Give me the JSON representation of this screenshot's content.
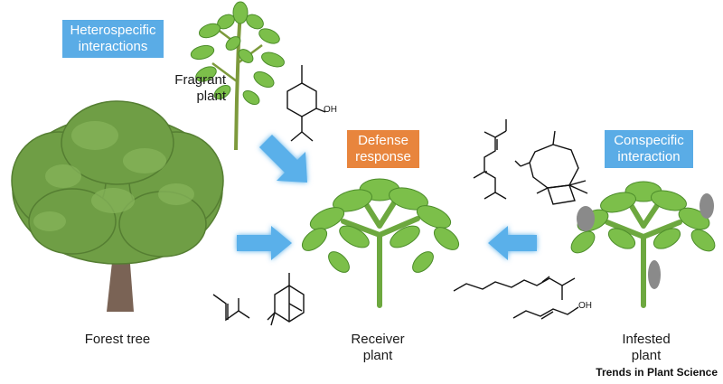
{
  "tags": {
    "heterospecific": [
      "Heterospecific",
      "interactions"
    ],
    "defense": [
      "Defense",
      "response"
    ],
    "conspecific": [
      "Conspecific",
      "interaction"
    ]
  },
  "labels": {
    "fragrant": [
      "Fragrant",
      "plant"
    ],
    "forest": "Forest tree",
    "receiver": [
      "Receiver",
      "plant"
    ],
    "infested": [
      "Infested",
      "plant"
    ]
  },
  "chem": {
    "oh": "OH"
  },
  "credit": "Trends in Plant Science",
  "colors": {
    "tag_blue": "#5aace6",
    "tag_orange": "#e8853d",
    "arrow": "#5ab0ea",
    "leaf": "#7cbf4a",
    "tree_canopy": "#6f9e45",
    "trunk": "#7a6355",
    "pest": "#8a8a8a"
  }
}
